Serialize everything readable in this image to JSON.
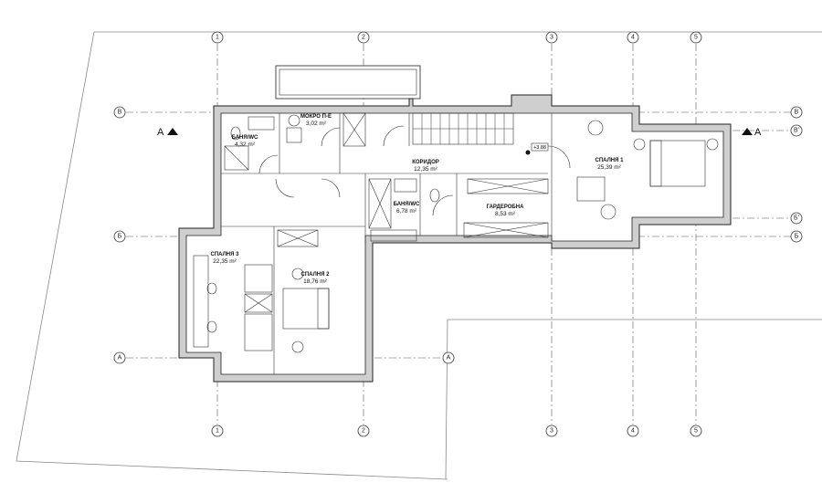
{
  "plan": {
    "axes_top": [
      "1",
      "2",
      "3",
      "4",
      "5"
    ],
    "axes_left": [
      "В",
      "Б",
      "А"
    ],
    "axes_right": [
      "В",
      "В'",
      "Б'",
      "Б"
    ],
    "axis_a_center": "А",
    "section_marker": "А",
    "level_mark": "+3.88",
    "rooms": [
      {
        "name": "БАНЯ/WC",
        "area": "4,32 m²"
      },
      {
        "name": "МОКРО П-Е",
        "area": "3,02 m²"
      },
      {
        "name": "КОРИДОР",
        "area": "12,35 m²"
      },
      {
        "name": "СПАЛНЯ 1",
        "area": "25,39 m²"
      },
      {
        "name": "БАНЯ/WC",
        "area": "6,78 m²"
      },
      {
        "name": "ГАРДЕРОБНА",
        "area": "8,53 m²"
      },
      {
        "name": "СПАЛНЯ 3",
        "area": "22,35 m²"
      },
      {
        "name": "СПАЛНЯ 2",
        "area": "18,76 m²"
      }
    ]
  }
}
